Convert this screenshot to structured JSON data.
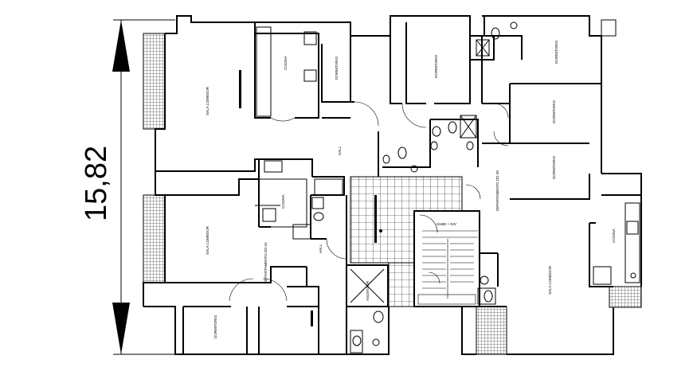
{
  "dimension": {
    "value": "15,82"
  },
  "rooms": {
    "sala_comedor_top": "SALA COMEDOR",
    "cocina_top": "COCINA",
    "dormitorio_top_a": "DORMITORIO",
    "dormitorio_top_b": "DORMITORIO",
    "dormitorio_right_a": "DORMITORIO",
    "dormitorio_right_b": "DORMITORIO",
    "dormitorio_right_c": "DORMITORIO",
    "hall_top": "HALL",
    "departamento_right": "DEPARTAMENTO DD-20",
    "sala_comedor_left": "SALA COMEDOR",
    "cocina_left": "COCINA",
    "departamento_left": "DEPARTAMENTO DD-21",
    "hall_left": "HALL",
    "dormitorio_bottom": "DORMITORIO",
    "ascensor": "ASCENSOR",
    "stair_label": "SUBE + NIV",
    "sala_comedor_right": "SALA COMEDOR",
    "cocina_right": "COCINA"
  }
}
